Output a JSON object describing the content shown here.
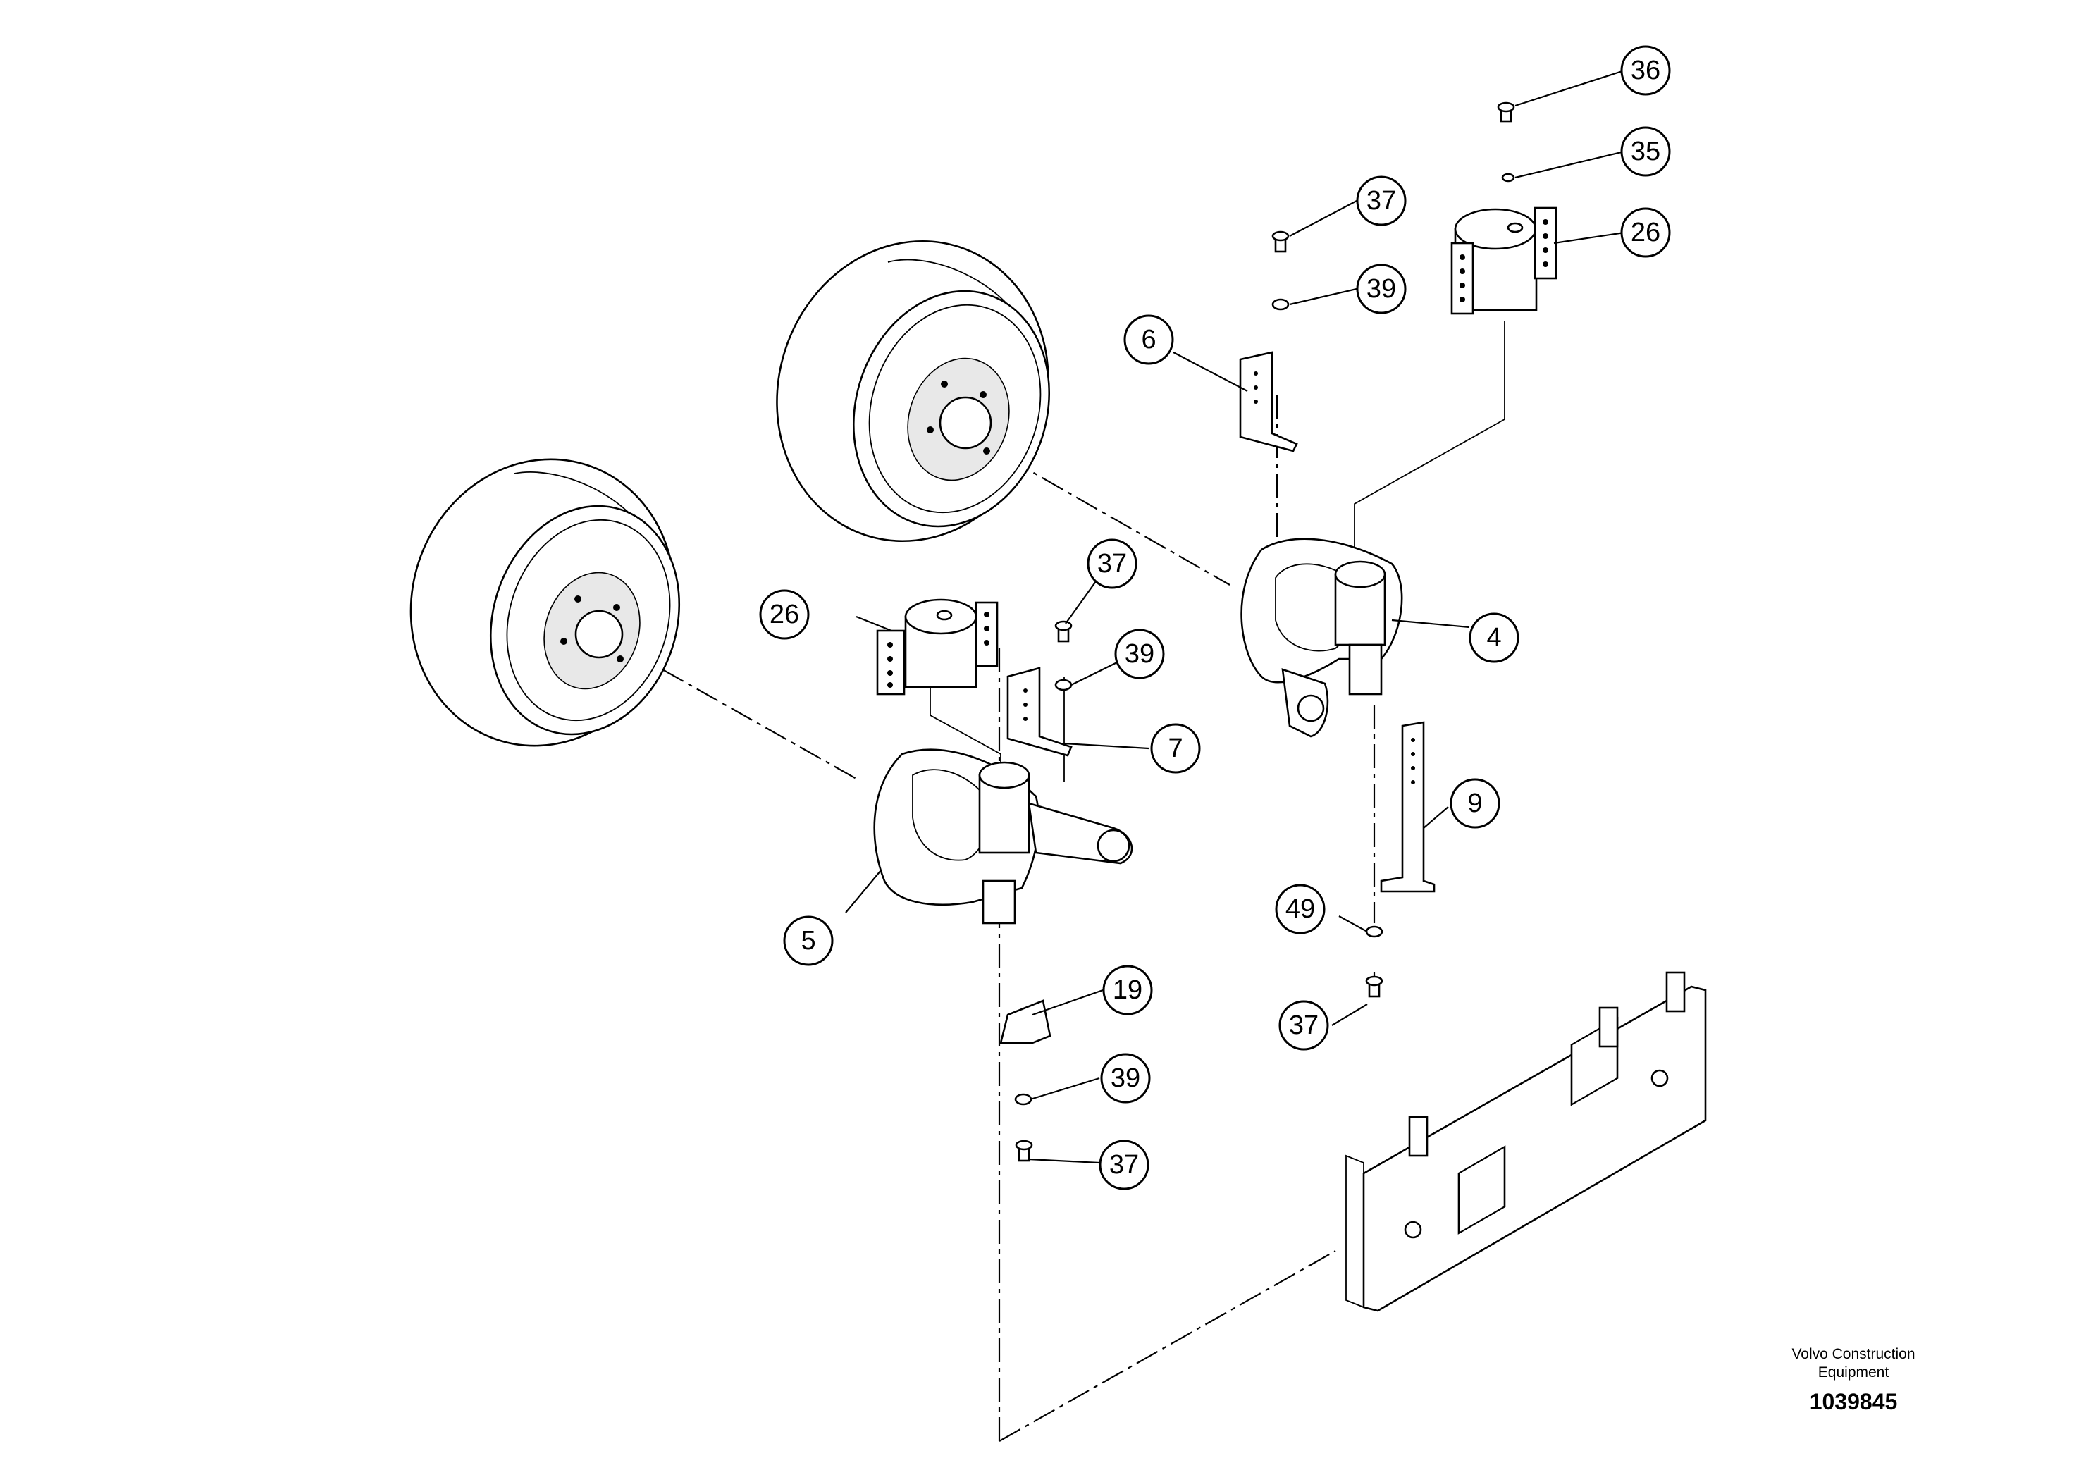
{
  "diagram": {
    "callouts": [
      {
        "id": "c36",
        "label": "36"
      },
      {
        "id": "c35",
        "label": "35"
      },
      {
        "id": "c26a",
        "label": "26"
      },
      {
        "id": "c37a",
        "label": "37"
      },
      {
        "id": "c39a",
        "label": "39"
      },
      {
        "id": "c6",
        "label": "6"
      },
      {
        "id": "c4",
        "label": "4"
      },
      {
        "id": "c37b",
        "label": "37"
      },
      {
        "id": "c26b",
        "label": "26"
      },
      {
        "id": "c39b",
        "label": "39"
      },
      {
        "id": "c7",
        "label": "7"
      },
      {
        "id": "c9",
        "label": "9"
      },
      {
        "id": "c49",
        "label": "49"
      },
      {
        "id": "c5",
        "label": "5"
      },
      {
        "id": "c37c",
        "label": "37"
      },
      {
        "id": "c19",
        "label": "19"
      },
      {
        "id": "c39c",
        "label": "39"
      },
      {
        "id": "c37d",
        "label": "37"
      }
    ]
  },
  "footer": {
    "company_line1": "Volvo Construction",
    "company_line2": "Equipment",
    "drawing_number": "1039845"
  }
}
